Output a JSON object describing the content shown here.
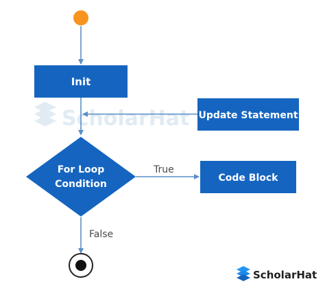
{
  "diagram": {
    "nodes": {
      "init": {
        "label": "Init"
      },
      "update": {
        "label": "Update Statement"
      },
      "condition": {
        "label_line1": "For Loop",
        "label_line2": "Condition"
      },
      "code_block": {
        "label": "Code Block"
      }
    },
    "edges": {
      "true_label": "True",
      "false_label": "False"
    }
  },
  "watermark": {
    "text": "ScholarHat"
  },
  "brand": {
    "text": "ScholarHat"
  },
  "colors": {
    "node_fill": "#1565c0",
    "start_fill": "#f7941d",
    "arrow": "#5b8fc7",
    "end_stroke": "#222222"
  }
}
